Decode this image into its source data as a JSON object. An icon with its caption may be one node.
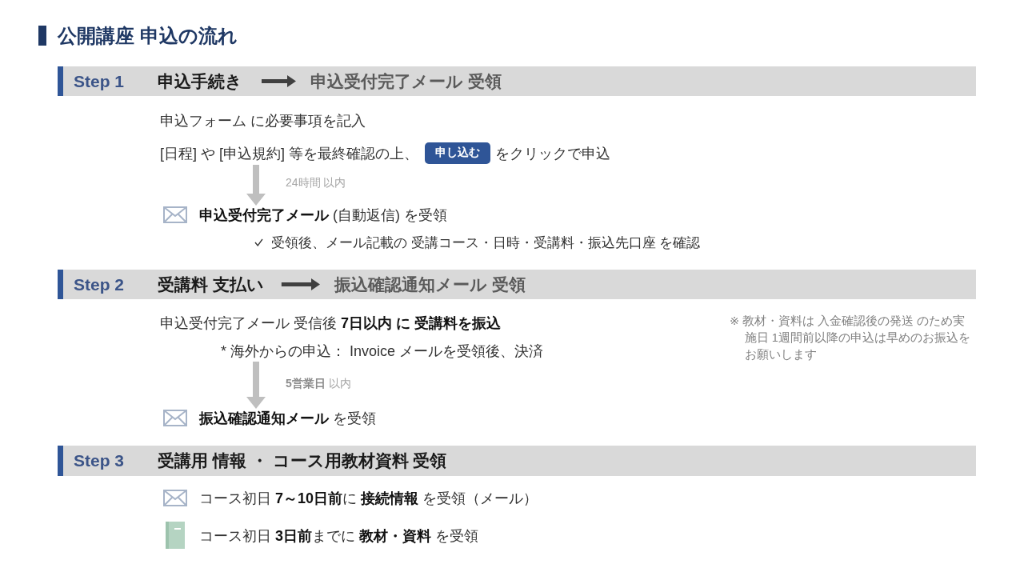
{
  "diagram": {
    "title": "公開講座 申込の流れ",
    "nodes": [
      {
        "text": [
          "Step 1"
        ]
      },
      {
        "text": [
          "申込手続き"
        ],
        "in": 0
      },
      {
        "text": [
          "申込受付完了メール 受領"
        ],
        "in": 0
      },
      {
        "text": [
          "[日程] や [申込規約] 等を最終確認の上、",
          "をクリックで申込"
        ]
      },
      {
        "text": [
          "申し込む"
        ],
        "in": 3
      },
      {
        "text": [
          "**申込受付完了メール** (自動返信) を受領"
        ]
      },
      {
        "text": [
          "Step 2"
        ]
      },
      {
        "text": [
          "受講料 支払い"
        ],
        "in": 6
      },
      {
        "text": [
          "振込確認通知メール 受領"
        ],
        "in": 6
      },
      {
        "text": [
          "申込受付完了メール 受信後 **7日以内 に 受講料を振込**",
          "* 海外からの申込： Invoice メールを受領後、決済"
        ]
      },
      {
        "text": [
          "**振込確認通知メール** を受領"
        ]
      },
      {
        "text": [
          "Step 3",
          "受講用 情報 ・ コース用教材資料 受領"
        ]
      }
    ],
    "edges": [
      {
        "from": 1,
        "to": 2,
        "arrow": "to"
      },
      {
        "from": 7,
        "to": 8,
        "arrow": "to"
      },
      {
        "from": 3,
        "to": 5,
        "arrow": "to",
        "label": "24時間 以内",
        "color": "#bfbfbf"
      },
      {
        "from": 9,
        "to": 10,
        "arrow": "to",
        "label": "**5営業日** 以内",
        "color": "#bfbfbf"
      }
    ],
    "labels": [
      "申込フォーム に必要事項を記入",
      "受領後、メール記載の 受講コース・日時・受講料・振込先口座 を確認",
      "※ 教材・資料は 入金確認後の発送 のため実施日 1週間前以降の申込は早めのお振込をお願いします",
      "コース初日 **7～10日前**に **接続情報** を受領（メール）",
      "コース初日 **3日前**までに **教材・資料** を受領"
    ]
  }
}
